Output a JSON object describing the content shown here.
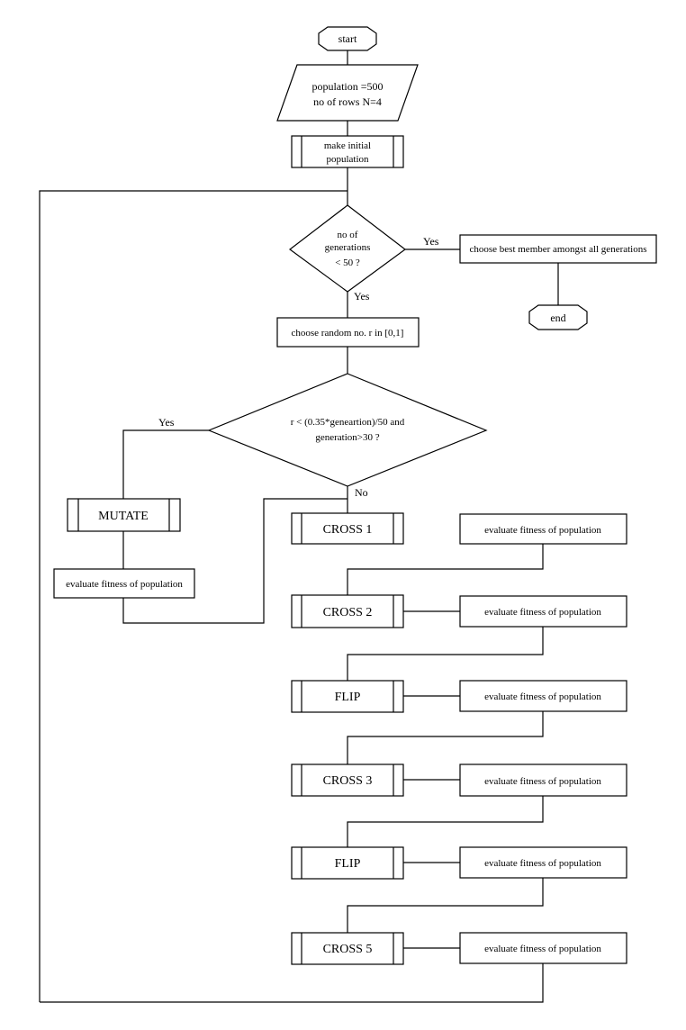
{
  "flowchart": {
    "start": "start",
    "end": "end",
    "input": {
      "line1": "population =500",
      "line2": "no of rows N=4"
    },
    "init": {
      "line1": "make initial",
      "line2": "population"
    },
    "decision_generations": {
      "line1": "no of",
      "line2": "generations",
      "line3": "< 50 ?"
    },
    "choose_best": "choose best member amongst all generations",
    "choose_random": "choose random no. r in [0,1]",
    "decision_mutate": {
      "line1": "r < (0.35*geneartion)/50  and",
      "line2": "generation>30 ?"
    },
    "mutate": "MUTATE",
    "evaluate": "evaluate fitness of population",
    "cross1": "CROSS 1",
    "cross2": "CROSS 2",
    "flip": "FLIP",
    "cross3": "CROSS 3",
    "cross5": "CROSS 5",
    "labels": {
      "yes": "Yes",
      "no": "No"
    }
  }
}
